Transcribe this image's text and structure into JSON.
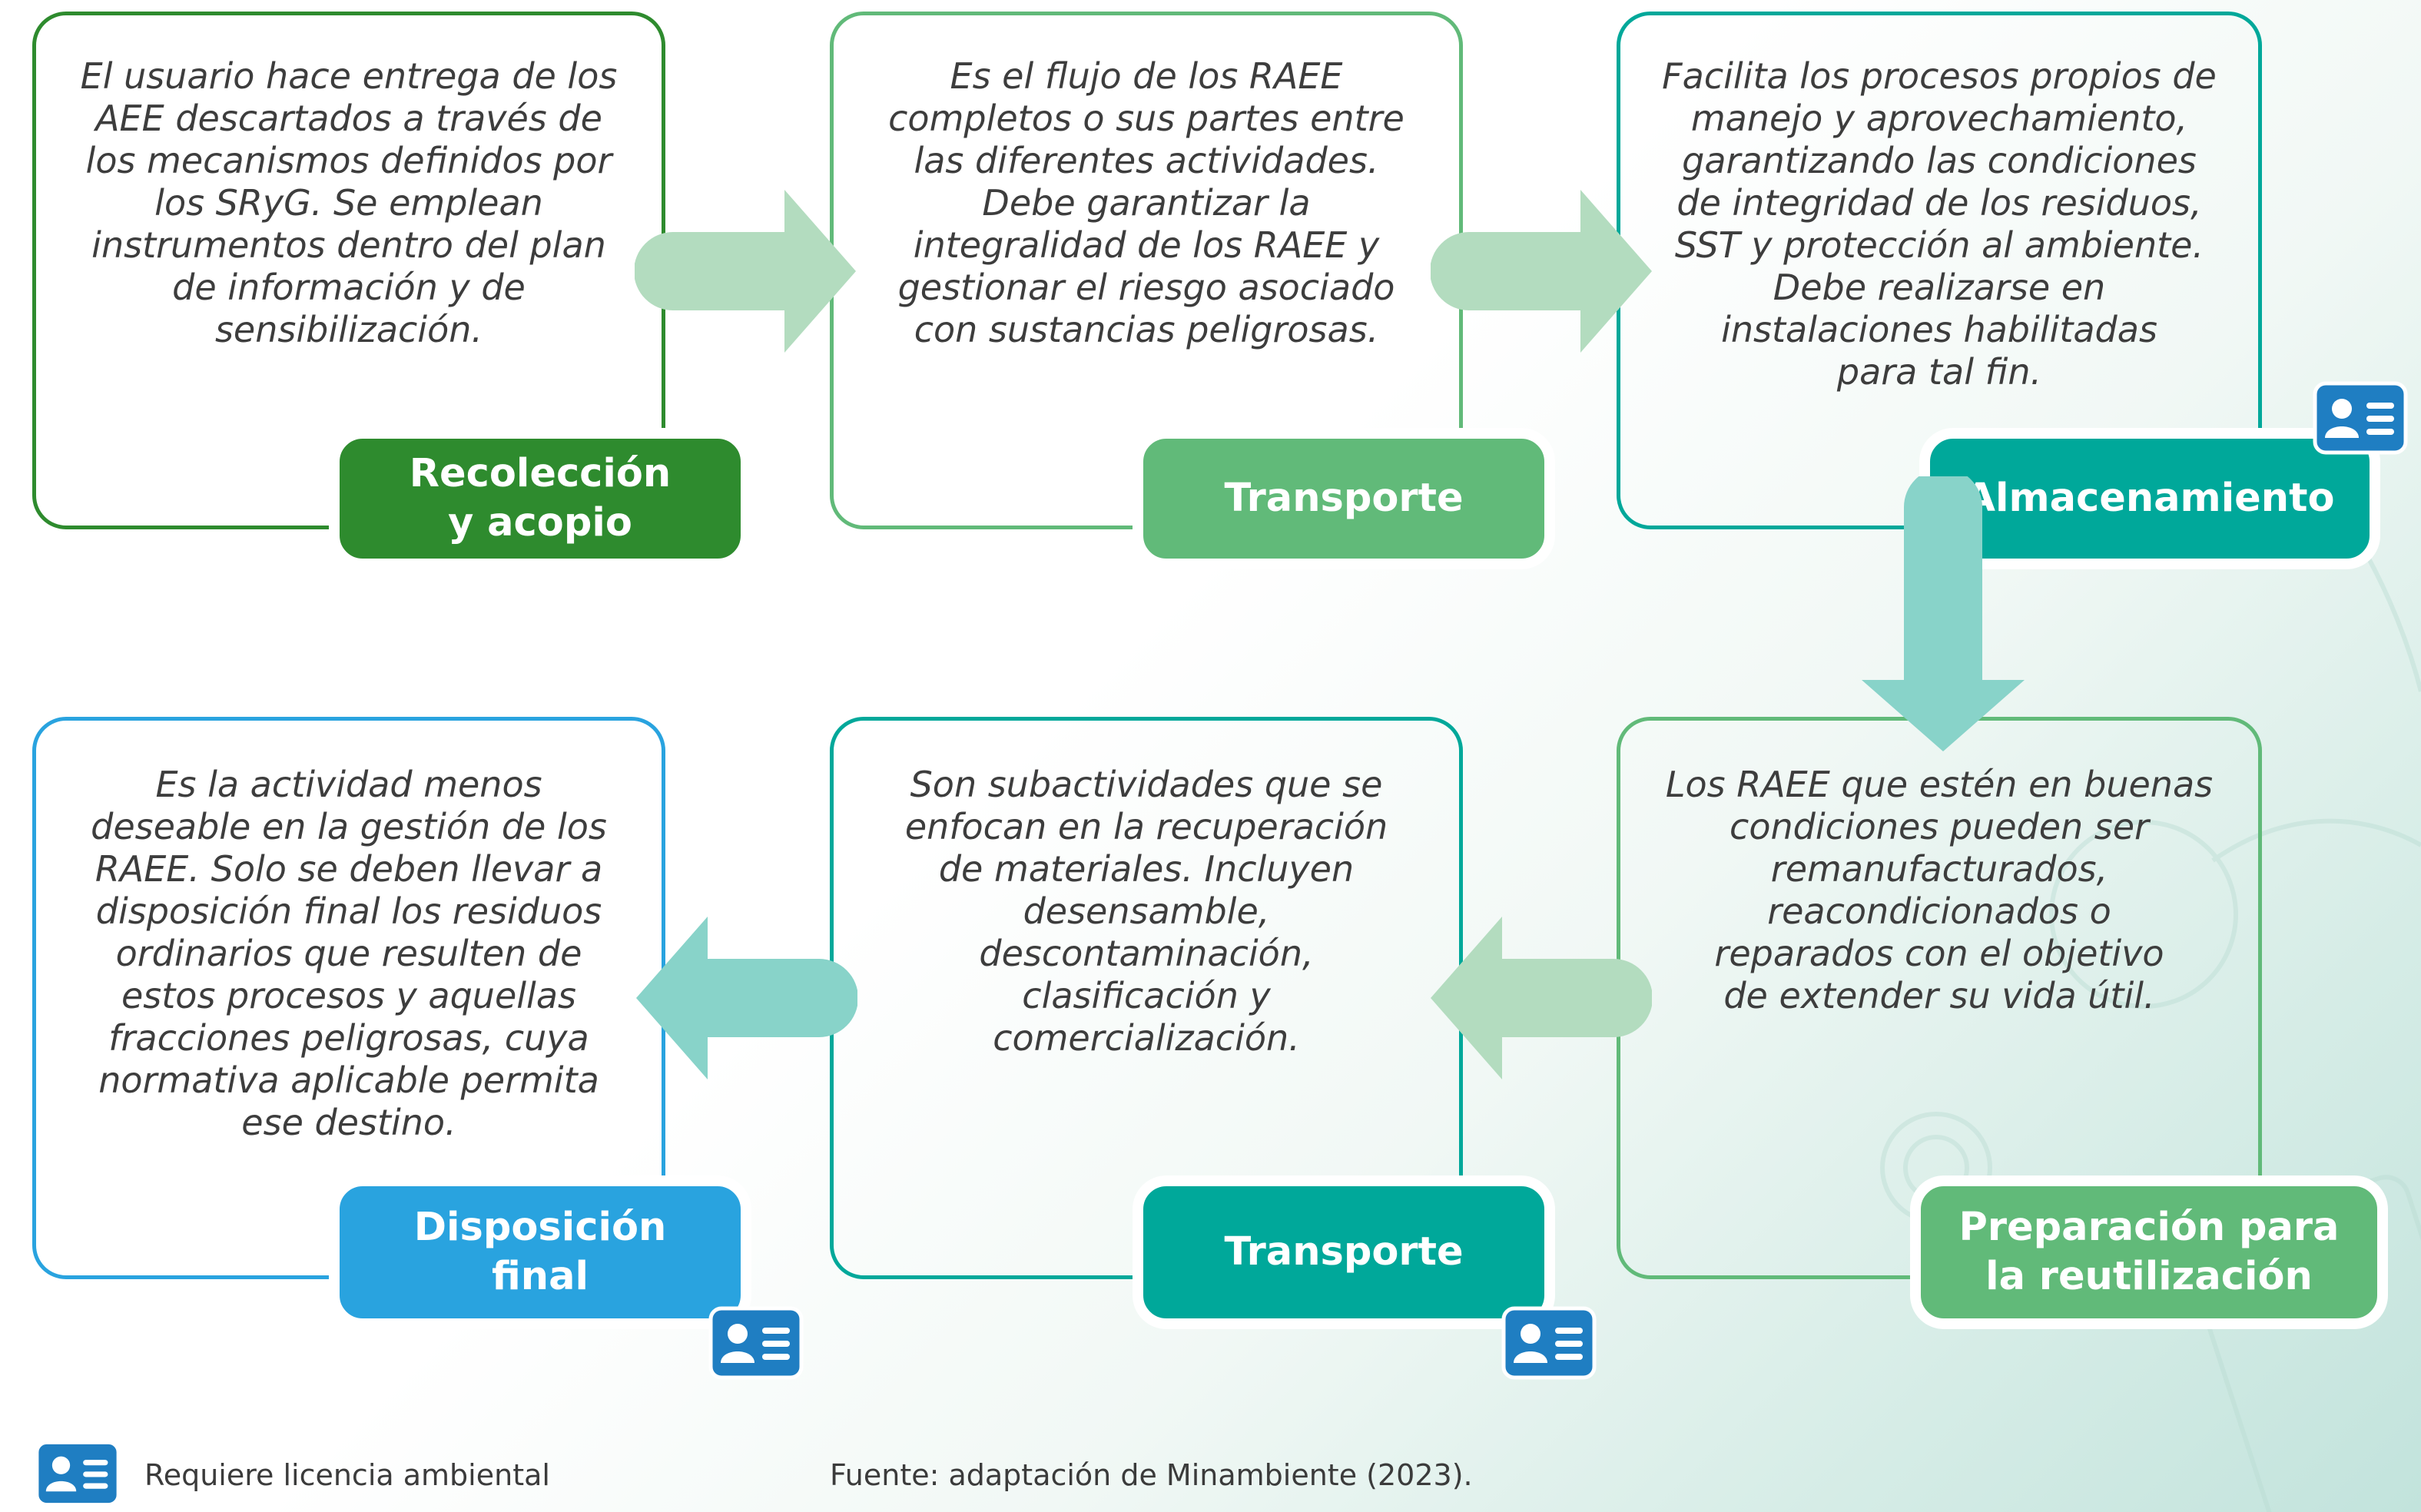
{
  "colors": {
    "dark_green": "#2e8b2e",
    "light_green": "#61ba79",
    "teal": "#00a89a",
    "blue": "#29a3df",
    "arrow_green": "#b3dcbf",
    "arrow_teal": "#88d3c9",
    "license_icon": "#1f7ec2"
  },
  "stages": [
    {
      "label": "Recolección\ny acopio",
      "description": "El usuario hace entrega de los\nAEE descartados a través de\nlos mecanismos definidos por\nlos SRyG. Se emplean\ninstrumentos dentro del plan\nde información y de\nsensibilización."
    },
    {
      "label": "Transporte",
      "description": "Es el flujo de los RAEE\ncompletos o sus partes entre\nlas diferentes actividades.\nDebe garantizar la\nintegralidad de los RAEE y\ngestionar el riesgo asociado\ncon sustancias peligrosas."
    },
    {
      "label": "Almacenamiento",
      "description": "Facilita los procesos propios de\nmanejo y aprovechamiento,\ngarantizando las condiciones\nde integridad de los residuos,\nSST y protección al ambiente.\nDebe realizarse en\ninstalaciones habilitadas\npara tal fin.",
      "requires_license": true
    },
    {
      "label": "Preparación para\nla reutilización",
      "description": "Los RAEE que estén en buenas\ncondiciones pueden ser\nremanufacturados,\nreacondicionados o\nreparados con el objetivo\nde extender su vida útil."
    },
    {
      "label": "Transporte",
      "description": "Son subactividades que se\nenfocan en la recuperación\nde materiales. Incluyen\ndesensamble,\ndescontaminación,\nclasificación y\ncomercialización.",
      "requires_license": true
    },
    {
      "label": "Disposición\nfinal",
      "description": "Es la actividad menos\ndeseable en la gestión de los\nRAEE. Solo se deben llevar a\ndisposición final los residuos\nordinarios que resulten de\nestos procesos y aquellas\nfracciones peligrosas, cuya\nnormativa aplicable permita\nese destino.",
      "requires_license": true
    }
  ],
  "legend": {
    "icon": "license-card-icon",
    "text": "Requiere licencia ambiental"
  },
  "source": "Fuente: adaptación de Minambiente (2023)."
}
